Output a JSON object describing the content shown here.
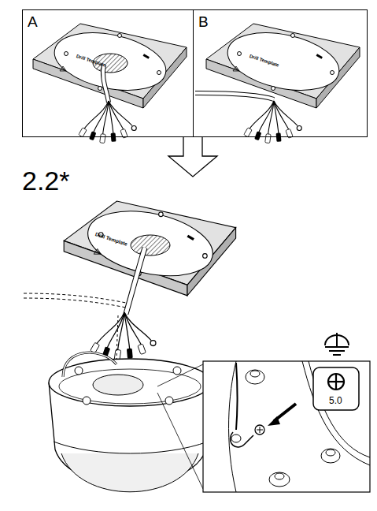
{
  "diagram": {
    "nodes": [
      {
        "text": [
          "A"
        ]
      },
      {
        "text": [
          "B"
        ]
      }
    ],
    "labels": [
      "2.2*",
      "5.0",
      "Drill Template",
      "Drill Template",
      "Drill Template"
    ]
  }
}
